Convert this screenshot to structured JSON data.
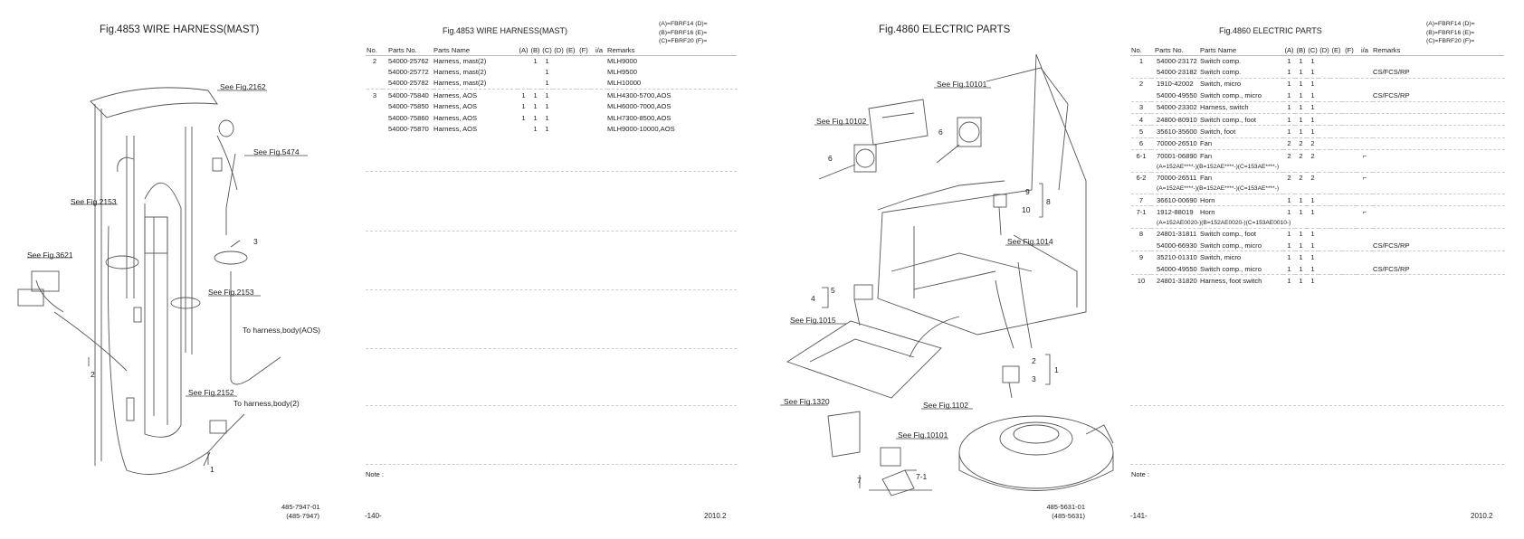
{
  "left_page": {
    "figure_title": "Fig.4853  WIRE HARNESS(MAST)",
    "table_title": "Fig.4853  WIRE HARNESS(MAST)",
    "model_key": [
      "(A)=FBRF14  (D)=",
      "(B)=FBRF16  (E)=",
      "(C)=FBRF20  (F)="
    ],
    "columns": [
      "No.",
      "Parts No.",
      "Parts Name",
      "(A)",
      "(B)",
      "(C)",
      "(D)",
      "(E)",
      "(F)",
      "i/a",
      "Remarks"
    ],
    "rows": [
      {
        "no": "2",
        "part": "54000-25762",
        "name": "Harness, mast(2)",
        "a": "",
        "b": "1",
        "c": "1",
        "ia": "",
        "remarks": "MLH9000"
      },
      {
        "no": "",
        "part": "54000-25772",
        "name": "Harness, mast(2)",
        "a": "",
        "b": "",
        "c": "1",
        "ia": "",
        "remarks": "MLH9500"
      },
      {
        "no": "",
        "part": "54000-25782",
        "name": "Harness, mast(2)",
        "a": "",
        "b": "",
        "c": "1",
        "ia": "",
        "remarks": "MLH10000"
      },
      {
        "no": "3",
        "part": "54000-75840",
        "name": "Harness, AOS",
        "a": "1",
        "b": "1",
        "c": "1",
        "ia": "",
        "remarks": "MLH4300-5700,AOS"
      },
      {
        "no": "",
        "part": "54000-75850",
        "name": "Harness, AOS",
        "a": "1",
        "b": "1",
        "c": "1",
        "ia": "",
        "remarks": "MLH6000-7000,AOS"
      },
      {
        "no": "",
        "part": "54000-75860",
        "name": "Harness, AOS",
        "a": "1",
        "b": "1",
        "c": "1",
        "ia": "",
        "remarks": "MLH7300-8500,AOS"
      },
      {
        "no": "",
        "part": "54000-75870",
        "name": "Harness, AOS",
        "a": "",
        "b": "1",
        "c": "1",
        "ia": "",
        "remarks": "MLH9000-10000,AOS"
      }
    ],
    "callouts": [
      "See Fig.2162",
      "See Fig.5474",
      "See Fig.2153",
      "See Fig.3621",
      "See Fig.2153",
      "To harness,body(AOS)",
      "See Fig.2152",
      "To harness,body(2)",
      "1",
      "2",
      "3"
    ],
    "drawing_code": [
      "485-7947-01",
      "(485-7947)"
    ],
    "note": "Note :",
    "page_number": "-140-",
    "date": "2010.2"
  },
  "right_page": {
    "figure_title": "Fig.4860  ELECTRIC PARTS",
    "table_title": "Fig.4860  ELECTRIC PARTS",
    "model_key": [
      "(A)=FBRF14  (D)=",
      "(B)=FBRF16  (E)=",
      "(C)=FBRF20  (F)="
    ],
    "columns": [
      "No.",
      "Parts No.",
      "Parts Name",
      "(A)",
      "(B)",
      "(C)",
      "(D)",
      "(E)",
      "(F)",
      "i/a",
      "Remarks"
    ],
    "rows": [
      {
        "no": "1",
        "part": "54000-23172",
        "name": "Switch comp.",
        "a": "1",
        "b": "1",
        "c": "1",
        "ia": "",
        "remarks": ""
      },
      {
        "no": "",
        "part": "54000-23182",
        "name": "Switch comp.",
        "a": "1",
        "b": "1",
        "c": "1",
        "ia": "",
        "remarks": "CS/FCS/RP"
      },
      {
        "no": "2",
        "part": "1910-42002",
        "name": "Switch, micro",
        "a": "1",
        "b": "1",
        "c": "1",
        "ia": "",
        "remarks": ""
      },
      {
        "no": "",
        "part": "54000-49550",
        "name": "Switch comp., micro",
        "a": "1",
        "b": "1",
        "c": "1",
        "ia": "",
        "remarks": "CS/FCS/RP"
      },
      {
        "no": "3",
        "part": "54000-23302",
        "name": "Harness, switch",
        "a": "1",
        "b": "1",
        "c": "1",
        "ia": "",
        "remarks": ""
      },
      {
        "no": "4",
        "part": "24800-80910",
        "name": "Switch comp., foot",
        "a": "1",
        "b": "1",
        "c": "1",
        "ia": "",
        "remarks": ""
      },
      {
        "no": "5",
        "part": "35610-35600",
        "name": "Switch, foot",
        "a": "1",
        "b": "1",
        "c": "1",
        "ia": "",
        "remarks": ""
      },
      {
        "no": "6",
        "part": "70000-26510",
        "name": "Fan",
        "a": "2",
        "b": "2",
        "c": "2",
        "ia": "",
        "remarks": ""
      },
      {
        "no": "6-1",
        "part": "70001-06890",
        "name": "Fan",
        "a": "2",
        "b": "2",
        "c": "2",
        "ia": "⌐",
        "remarks": "",
        "sub": "(A=152AE****-)(B=152AE****-)(C=153AE****-)"
      },
      {
        "no": "6-2",
        "part": "70000-26511",
        "name": "Fan",
        "a": "2",
        "b": "2",
        "c": "2",
        "ia": "⌐",
        "remarks": "",
        "sub": "(A=152AE****-)(B=152AE****-)(C=153AE****-)"
      },
      {
        "no": "7",
        "part": "36610-00690",
        "name": "Horn",
        "a": "1",
        "b": "1",
        "c": "1",
        "ia": "",
        "remarks": ""
      },
      {
        "no": "7-1",
        "part": "1912-88019",
        "name": "Horn",
        "a": "1",
        "b": "1",
        "c": "1",
        "ia": "⌐",
        "remarks": "",
        "sub": "(A=152AE0020-)(B=152AE0020-)(C=153AE0010-)"
      },
      {
        "no": "8",
        "part": "24801-31811",
        "name": "Switch comp., foot",
        "a": "1",
        "b": "1",
        "c": "1",
        "ia": "",
        "remarks": ""
      },
      {
        "no": "",
        "part": "54000-66930",
        "name": "Switch comp., micro",
        "a": "1",
        "b": "1",
        "c": "1",
        "ia": "",
        "remarks": "CS/FCS/RP"
      },
      {
        "no": "9",
        "part": "35210-01310",
        "name": "Switch, micro",
        "a": "1",
        "b": "1",
        "c": "1",
        "ia": "",
        "remarks": ""
      },
      {
        "no": "",
        "part": "54000-49550",
        "name": "Switch comp., micro",
        "a": "1",
        "b": "1",
        "c": "1",
        "ia": "",
        "remarks": "CS/FCS/RP"
      },
      {
        "no": "10",
        "part": "24801-31820",
        "name": "Harness, foot switch",
        "a": "1",
        "b": "1",
        "c": "1",
        "ia": "",
        "remarks": ""
      }
    ],
    "callouts": [
      "See Fig.10101",
      "See Fig.10102",
      "See Fig.1014",
      "See Fig.1015",
      "See Fig.1320",
      "See Fig.1102",
      "See Fig.10101",
      "1",
      "2",
      "3",
      "4",
      "5",
      "6",
      "6",
      "7",
      "7-1",
      "8",
      "9",
      "10"
    ],
    "drawing_code": [
      "485-5631-01",
      "(485-5631)"
    ],
    "note": "Note :",
    "page_number": "-141-",
    "date": "2010.2"
  }
}
